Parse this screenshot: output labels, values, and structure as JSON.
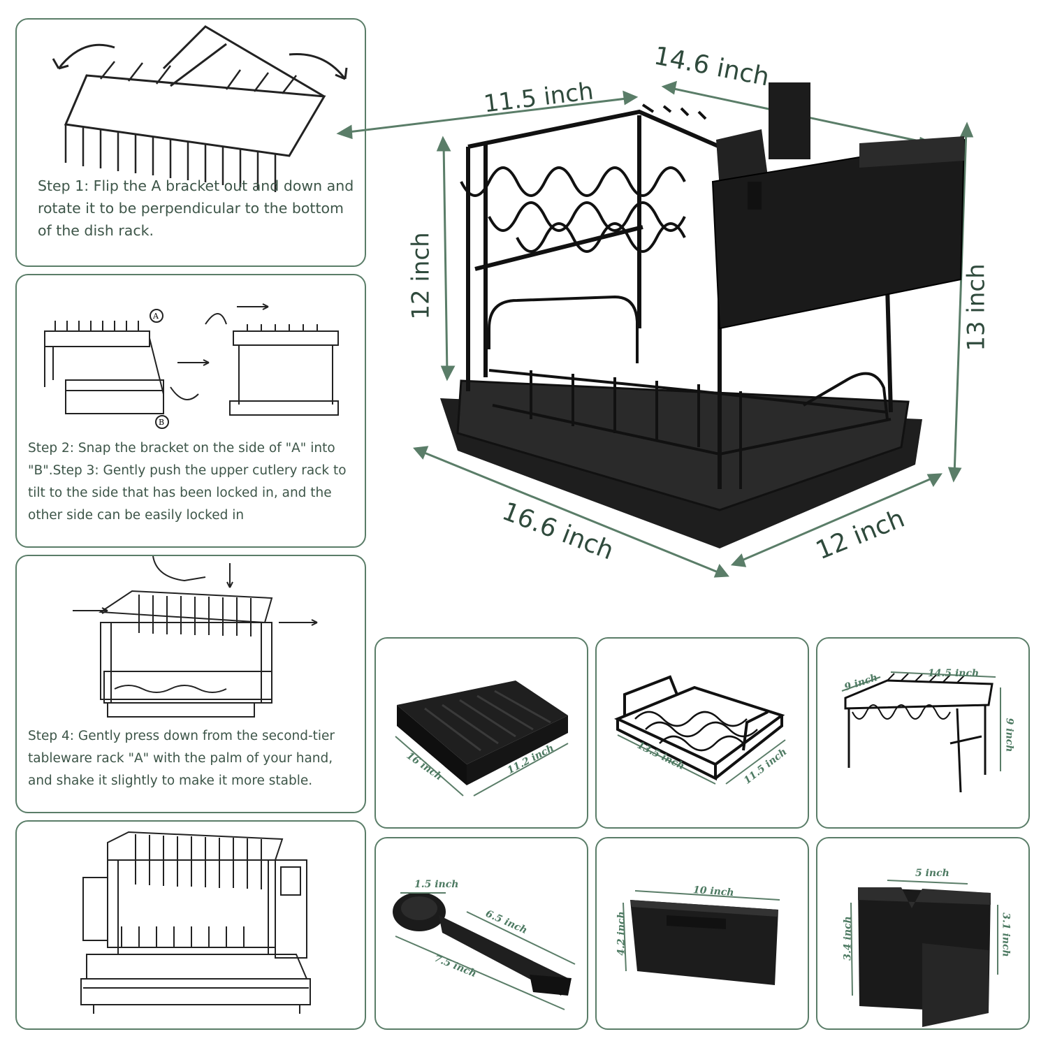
{
  "steps": {
    "step1": "Step 1: Flip the A bracket out and down and rotate it to be perpendicular to the bottom of the dish rack.",
    "step2": "Step 2: Snap the bracket on the side of \"A\" into \"B\".Step 3: Gently push the upper cutlery rack to tilt to the side that has been locked in, and the other side can be easily locked in",
    "step4": "Step 4: Gently press down from the second-tier tableware rack \"A\" with the palm of your hand, and shake it slightly to make it more stable.",
    "markers": {
      "a": "A",
      "b": "B"
    }
  },
  "main_dims": {
    "top_left": "11.5 inch",
    "top_right": "14.6 inch",
    "left_height": "12 inch",
    "right_height": "13 inch",
    "bottom_length": "16.6 inch",
    "bottom_width": "12 inch"
  },
  "parts": {
    "tray": {
      "length": "16 inch",
      "width": "11.2 inch"
    },
    "lower_rack": {
      "length": "13.5 inch",
      "width": "11.5 inch"
    },
    "upper_rack": {
      "depth": "9 inch",
      "length": "14.5 inch",
      "height": "9 inch"
    },
    "spout": {
      "diameter": "1.5 inch",
      "tube": "6.5 inch",
      "total": "7.5 inch"
    },
    "cutlery_box": {
      "length": "10 inch",
      "height": "4.2 inch"
    },
    "knife_holder": {
      "width": "5 inch",
      "left_height": "3.4 inch",
      "right_height": "3.1 inch"
    }
  },
  "colors": {
    "accent": "#5a7d68",
    "product": "#1b1b1b",
    "text": "#3d5548"
  }
}
